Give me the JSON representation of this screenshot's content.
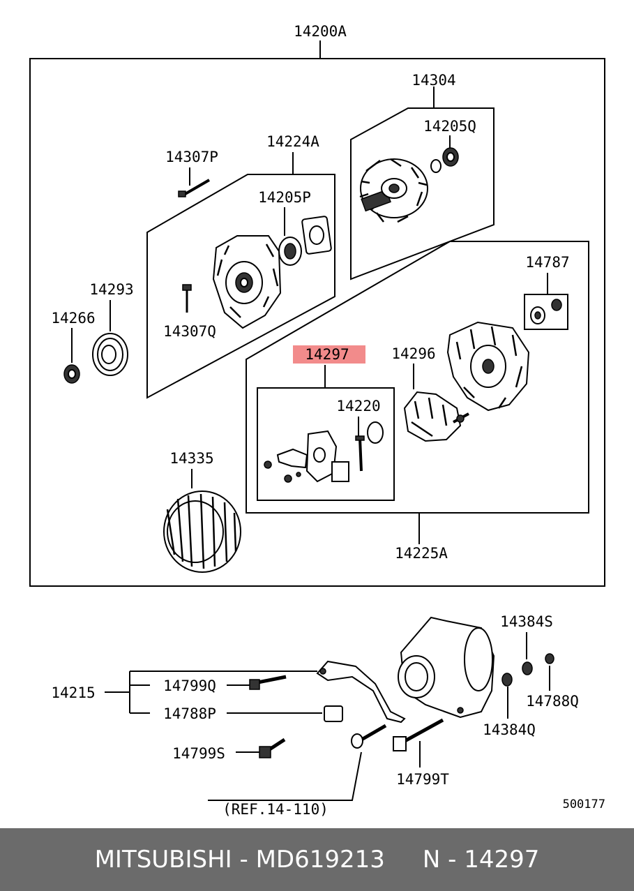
{
  "labels": {
    "assembly_main": "14200A",
    "rotor": "14304",
    "rotor_bearing": "14205Q",
    "front_bracket": "14224A",
    "front_bolt": "14307P",
    "front_bearing": "14205P",
    "bracket_screw": "14307Q",
    "pulley": "14293",
    "pulley_nut": "14266",
    "regulator": "14297",
    "regulator_screw": "14220",
    "rectifier": "14296",
    "rear_parts": "14787",
    "stator": "14335",
    "rear_bracket": "14225A",
    "brace": "14215",
    "brace_bolt": "14799Q",
    "brace_nut": "14788P",
    "mount_bolt_s": "14799S",
    "ref": "(REF.14-110)",
    "mount_bolt_t": "14799T",
    "washer_s": "14384S",
    "washer_q": "14384Q",
    "nut_q": "14788Q",
    "diagram_id": "500177"
  },
  "highlight_color": "#f28b8b",
  "footer": "MITSUBISHI - MD619213     N - 14297"
}
